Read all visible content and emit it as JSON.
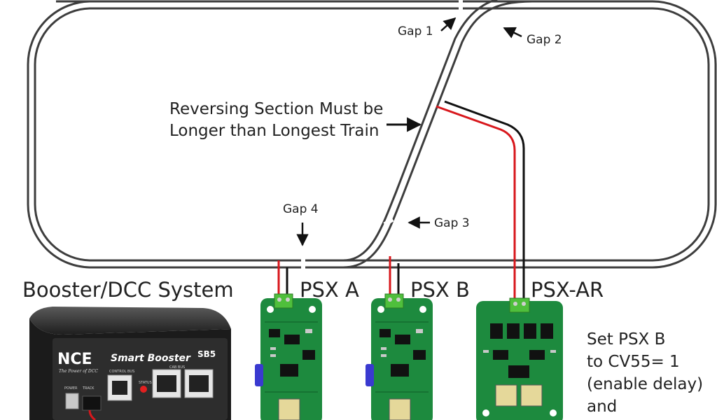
{
  "gaps": {
    "gap1": "Gap 1",
    "gap2": "Gap 2",
    "gap3": "Gap 3",
    "gap4": "Gap 4"
  },
  "reversing_note": {
    "line1": "Reversing Section Must be",
    "line2": "Longer than Longest Train"
  },
  "booster": {
    "title": "Booster/DCC System",
    "brand": "NCE",
    "tagline": "The Power of DCC",
    "model_name": "Smart Booster",
    "model_code": "SB5",
    "labels": {
      "power": "POWER",
      "track": "TRACK",
      "control_bus": "CONTROL BUS",
      "status": "STATUS",
      "cab_bus": "CAB BUS"
    }
  },
  "modules": {
    "psx_a": "PSX A",
    "psx_b": "PSX B",
    "psx_ar": "PSX-AR"
  },
  "config_note": {
    "line1": "Set PSX B",
    "line2": "to CV55= 1",
    "line3": "(enable delay)",
    "line4": "and"
  },
  "colors": {
    "track_rail": "#3d3d3d",
    "wire_red": "#d8171c",
    "wire_black": "#111111",
    "pcb_green": "#1d8a3e",
    "terminal_green": "#4fbf3c",
    "booster_body": "#1b1b1b",
    "booster_panel": "#2d2d2d",
    "label_text": "#222222"
  }
}
